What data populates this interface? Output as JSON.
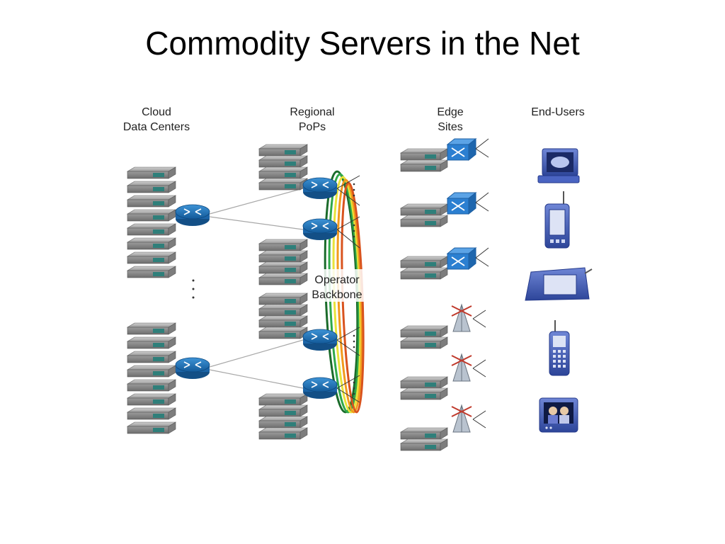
{
  "slide": {
    "title": "Commodity Servers in the Net"
  },
  "columns": {
    "cloud": {
      "label": "Cloud\nData Centers"
    },
    "regional": {
      "label": "Regional\nPoPs"
    },
    "edge": {
      "label": "Edge\nSites"
    },
    "users": {
      "label": "End-Users"
    }
  },
  "backbone": {
    "label_line1": "Operator",
    "label_line2": "Backbone",
    "colors": [
      "#1a6b2a",
      "#2fa84a",
      "#e8e23a",
      "#f29a1d",
      "#d9531e"
    ]
  },
  "colors": {
    "router_blue": "#1e73b8",
    "switch_blue": "#2b7fd1",
    "server_gray": "#8c8c8c",
    "server_teal": "#2f7f7a",
    "device_blue": "#3b5bb5"
  },
  "end_users": {
    "devices": [
      "desktop-computer-icon",
      "pda-icon",
      "tablet-icon",
      "mobile-phone-icon",
      "tv-icon"
    ]
  }
}
